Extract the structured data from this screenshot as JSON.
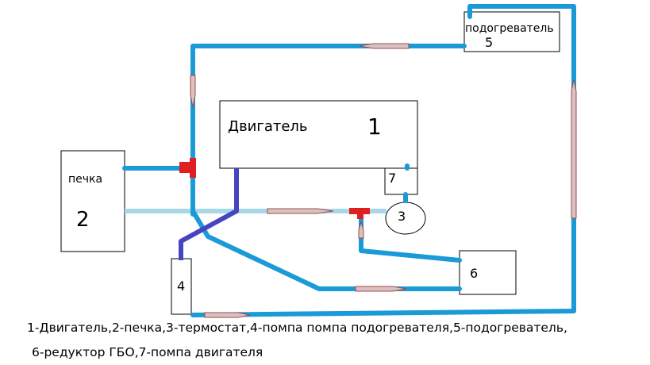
{
  "diagram": {
    "engine": {
      "name": "Двигатель",
      "number": "1"
    },
    "pechka": {
      "name": "печка",
      "number": "2"
    },
    "thermostat": {
      "number": "3"
    },
    "heater_pump": {
      "number": "4"
    },
    "heater": {
      "name": "подогреватель",
      "number": "5"
    },
    "gbo_reducer": {
      "number": "6"
    },
    "engine_pump": {
      "number": "7"
    }
  },
  "legend": {
    "line1": "1-Двигатель,2-печка,3-термостат,4-помпа помпа подогревателя,5-подогреватель,",
    "line2": "6-редуктор ГБО,7-помпа двигателя"
  },
  "colors": {
    "pipe_main": "#1a9ad6",
    "pipe_return": "#a8d8e8",
    "pipe_pump": "#4545c0",
    "tee": "#e02020",
    "arrow_fill": "#d9c2c2",
    "arrow_stroke": "#a04848"
  }
}
